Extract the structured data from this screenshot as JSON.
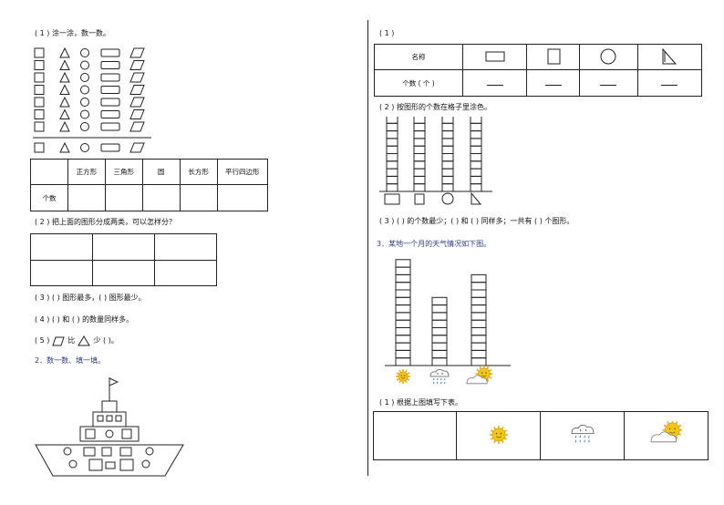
{
  "left": {
    "q1_1": "( 1 ) 涂一涂，数一数。",
    "count_table": {
      "headers": [
        "正方形",
        "三角形",
        "圆",
        "长方形",
        "平行四边形"
      ],
      "row_label": "个数"
    },
    "q1_2": "( 2 ) 把上面的图形分成两类，可以怎样分？",
    "q1_3": "( 3 ) (      ) 图形最多，(      ) 图形最少。",
    "q1_4": "( 4 ) (      ) 和 (      ) 的数量同样多。",
    "q1_5_a": "( 5 )",
    "q1_5_b": "比",
    "q1_5_c": "少 (      )。",
    "q2": "2．数一数、填一填。"
  },
  "right": {
    "q1": "( 1 )",
    "shape_table": {
      "row1_label": "名称",
      "row2_label": "个数 ( 个 )"
    },
    "q2": "( 2 ) 按图形的个数在格子里涂色。",
    "q3": "( 3 ) (      ) 的个数最少；(      ) 和 (      ) 同样多；一共有 (      ) 个图形。",
    "weather_title": "3．某地一个月的天气情况如下图。",
    "weather_q1": "( 1 ) 根据上图填写下表。"
  },
  "chart_data": [
    {
      "type": "bar",
      "categories": [
        "rectangle",
        "square",
        "circle",
        "right-triangle"
      ],
      "values": [
        10,
        10,
        10,
        10
      ],
      "title": "",
      "xlabel": "",
      "ylabel": "",
      "ylim": [
        0,
        10
      ],
      "grid": true
    },
    {
      "type": "bar",
      "categories": [
        "sunny",
        "rainy",
        "cloudy"
      ],
      "values": [
        14,
        9,
        12
      ],
      "title": "",
      "xlabel": "",
      "ylabel": "",
      "ylim": [
        0,
        14
      ],
      "grid": true
    }
  ],
  "icons": {
    "sunny": "sun-icon",
    "rainy": "rain-cloud-icon",
    "cloudy": "cloud-sun-icon"
  },
  "colors": {
    "ink": "#222222",
    "heading_blue": "#2b3a8c",
    "sun": "#f5c518",
    "sun_stroke": "#e0a000",
    "rain": "#4a7fd4"
  }
}
